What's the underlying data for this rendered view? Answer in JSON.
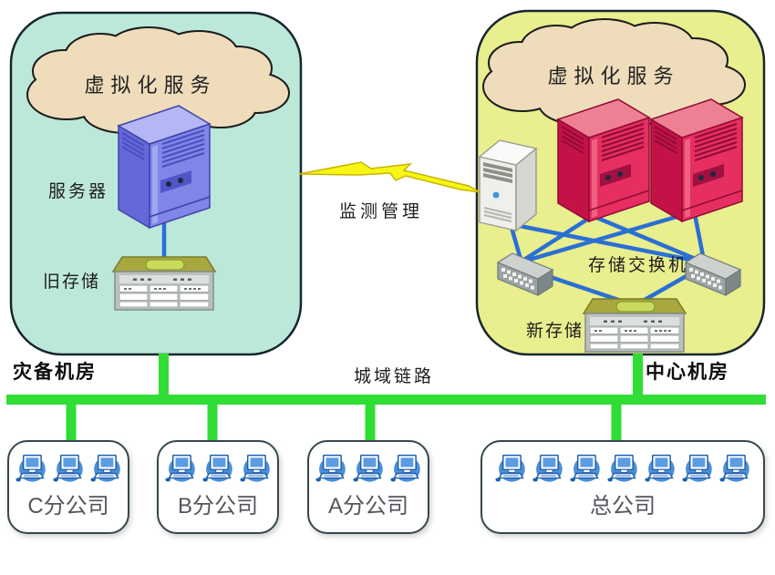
{
  "left_room": {
    "cloud_label": "虚拟化服务",
    "server_label": "服务器",
    "storage_label": "旧存储",
    "room_label": "灾备机房"
  },
  "right_room": {
    "cloud_label": "虚拟化服务",
    "switch_label": "存储交换机",
    "storage_label": "新存储",
    "room_label": "中心机房"
  },
  "link": {
    "label": "监测管理"
  },
  "bus": {
    "label": "城域链路"
  },
  "offices": [
    {
      "label": "C分公司",
      "computers": 3
    },
    {
      "label": "B分公司",
      "computers": 3
    },
    {
      "label": "A分公司",
      "computers": 3
    },
    {
      "label": "总公司",
      "computers": 7
    }
  ],
  "icons": {
    "cloud": "cloud-icon",
    "blue_server": "server-tower-icon",
    "red_server": "server-tower-icon",
    "monitor_server": "pc-tower-icon",
    "switch": "switch-icon",
    "storage": "storage-array-icon",
    "lightning": "lightning-bolt-icon",
    "workstation": "computer-icon"
  },
  "colors": {
    "panel_left_bg": "#bce8da",
    "panel_right_bg": "#e9ee8e",
    "panel_border": "#16262e",
    "cloud_fill": "#efdcbb",
    "cloud_stroke": "#1c1c1c",
    "green_bus": "#2fdd35",
    "line_blue": "#2a6fd4",
    "bolt_fill": "#f6f616",
    "bolt_stroke": "#c9b400",
    "tower_blue_front": "#8185e8",
    "tower_blue_side": "#6468d8",
    "tower_blue_top": "#b4b7f4",
    "tower_red_front": "#e62e60",
    "tower_red_side": "#c41248",
    "tower_red_top": "#ef8093",
    "storage_top": "#a9a83f",
    "storage_inset": "#c9da5c",
    "switch_top": "#cdd2cf",
    "switch_front": "#9ba3a3",
    "computer_blue": "#4a8fd8",
    "office_border": "#37474f",
    "label_color": "#1d1d1d",
    "office_label_color": "#54555c"
  }
}
